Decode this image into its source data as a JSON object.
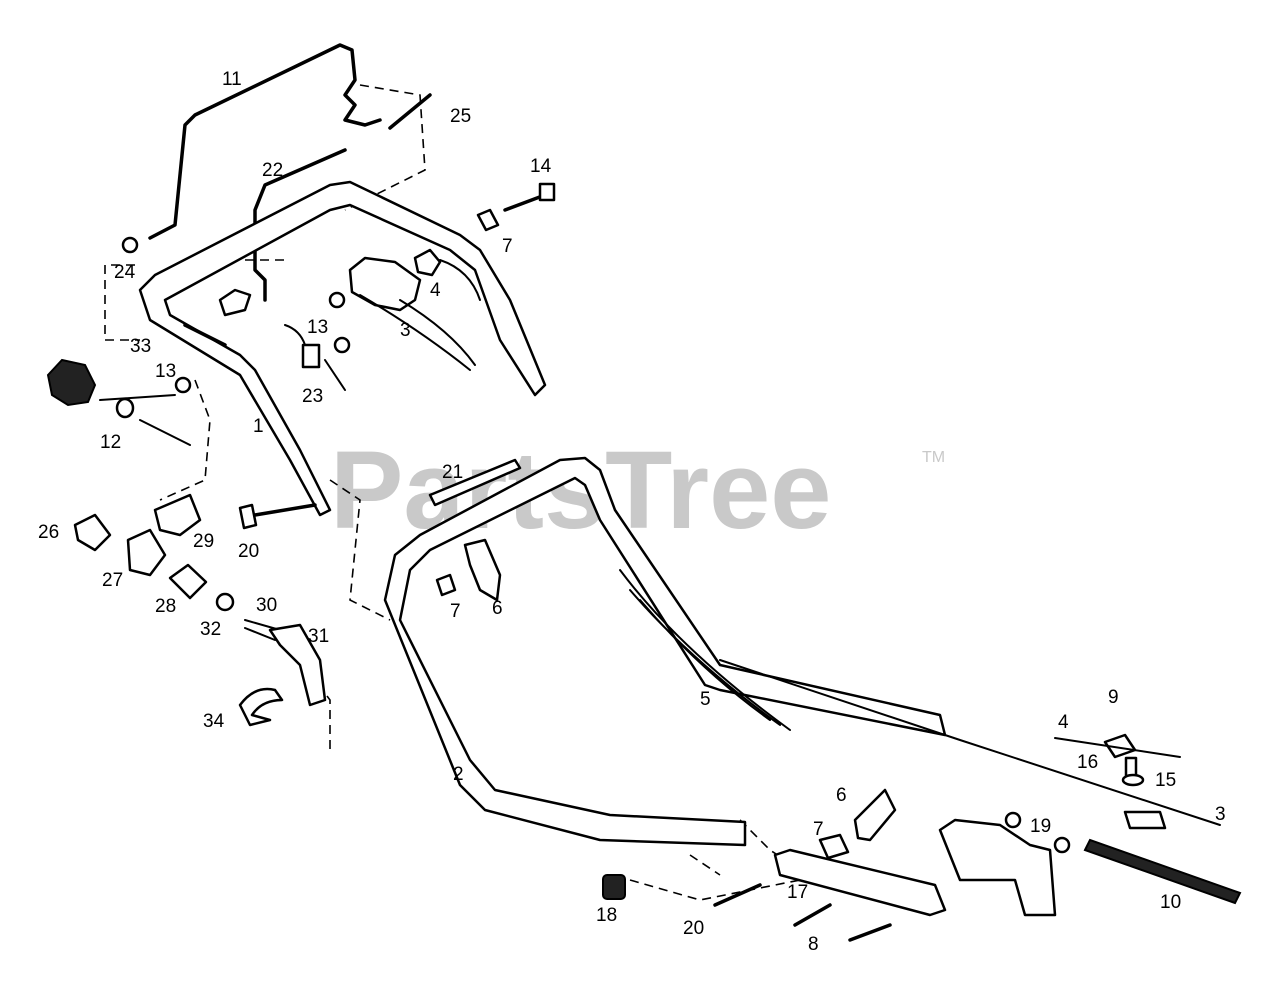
{
  "watermark": {
    "text": "PartsTree",
    "tm": "TM"
  },
  "callouts": {
    "p1": "1",
    "p2": "2",
    "p3a": "3",
    "p3b": "3",
    "p4a": "4",
    "p4b": "4",
    "p5": "5",
    "p6a": "6",
    "p6b": "6",
    "p7a": "7",
    "p7b": "7",
    "p7c": "7",
    "p8": "8",
    "p9": "9",
    "p10": "10",
    "p11": "11",
    "p12": "12",
    "p13a": "13",
    "p13b": "13",
    "p14": "14",
    "p15": "15",
    "p16": "16",
    "p17": "17",
    "p18": "18",
    "p19": "19",
    "p20a": "20",
    "p20b": "20",
    "p21": "21",
    "p22": "22",
    "p23": "23",
    "p24": "24",
    "p25": "25",
    "p26": "26",
    "p27": "27",
    "p28": "28",
    "p29": "29",
    "p30": "30",
    "p31": "31",
    "p32": "32",
    "p33": "33",
    "p34": "34"
  }
}
